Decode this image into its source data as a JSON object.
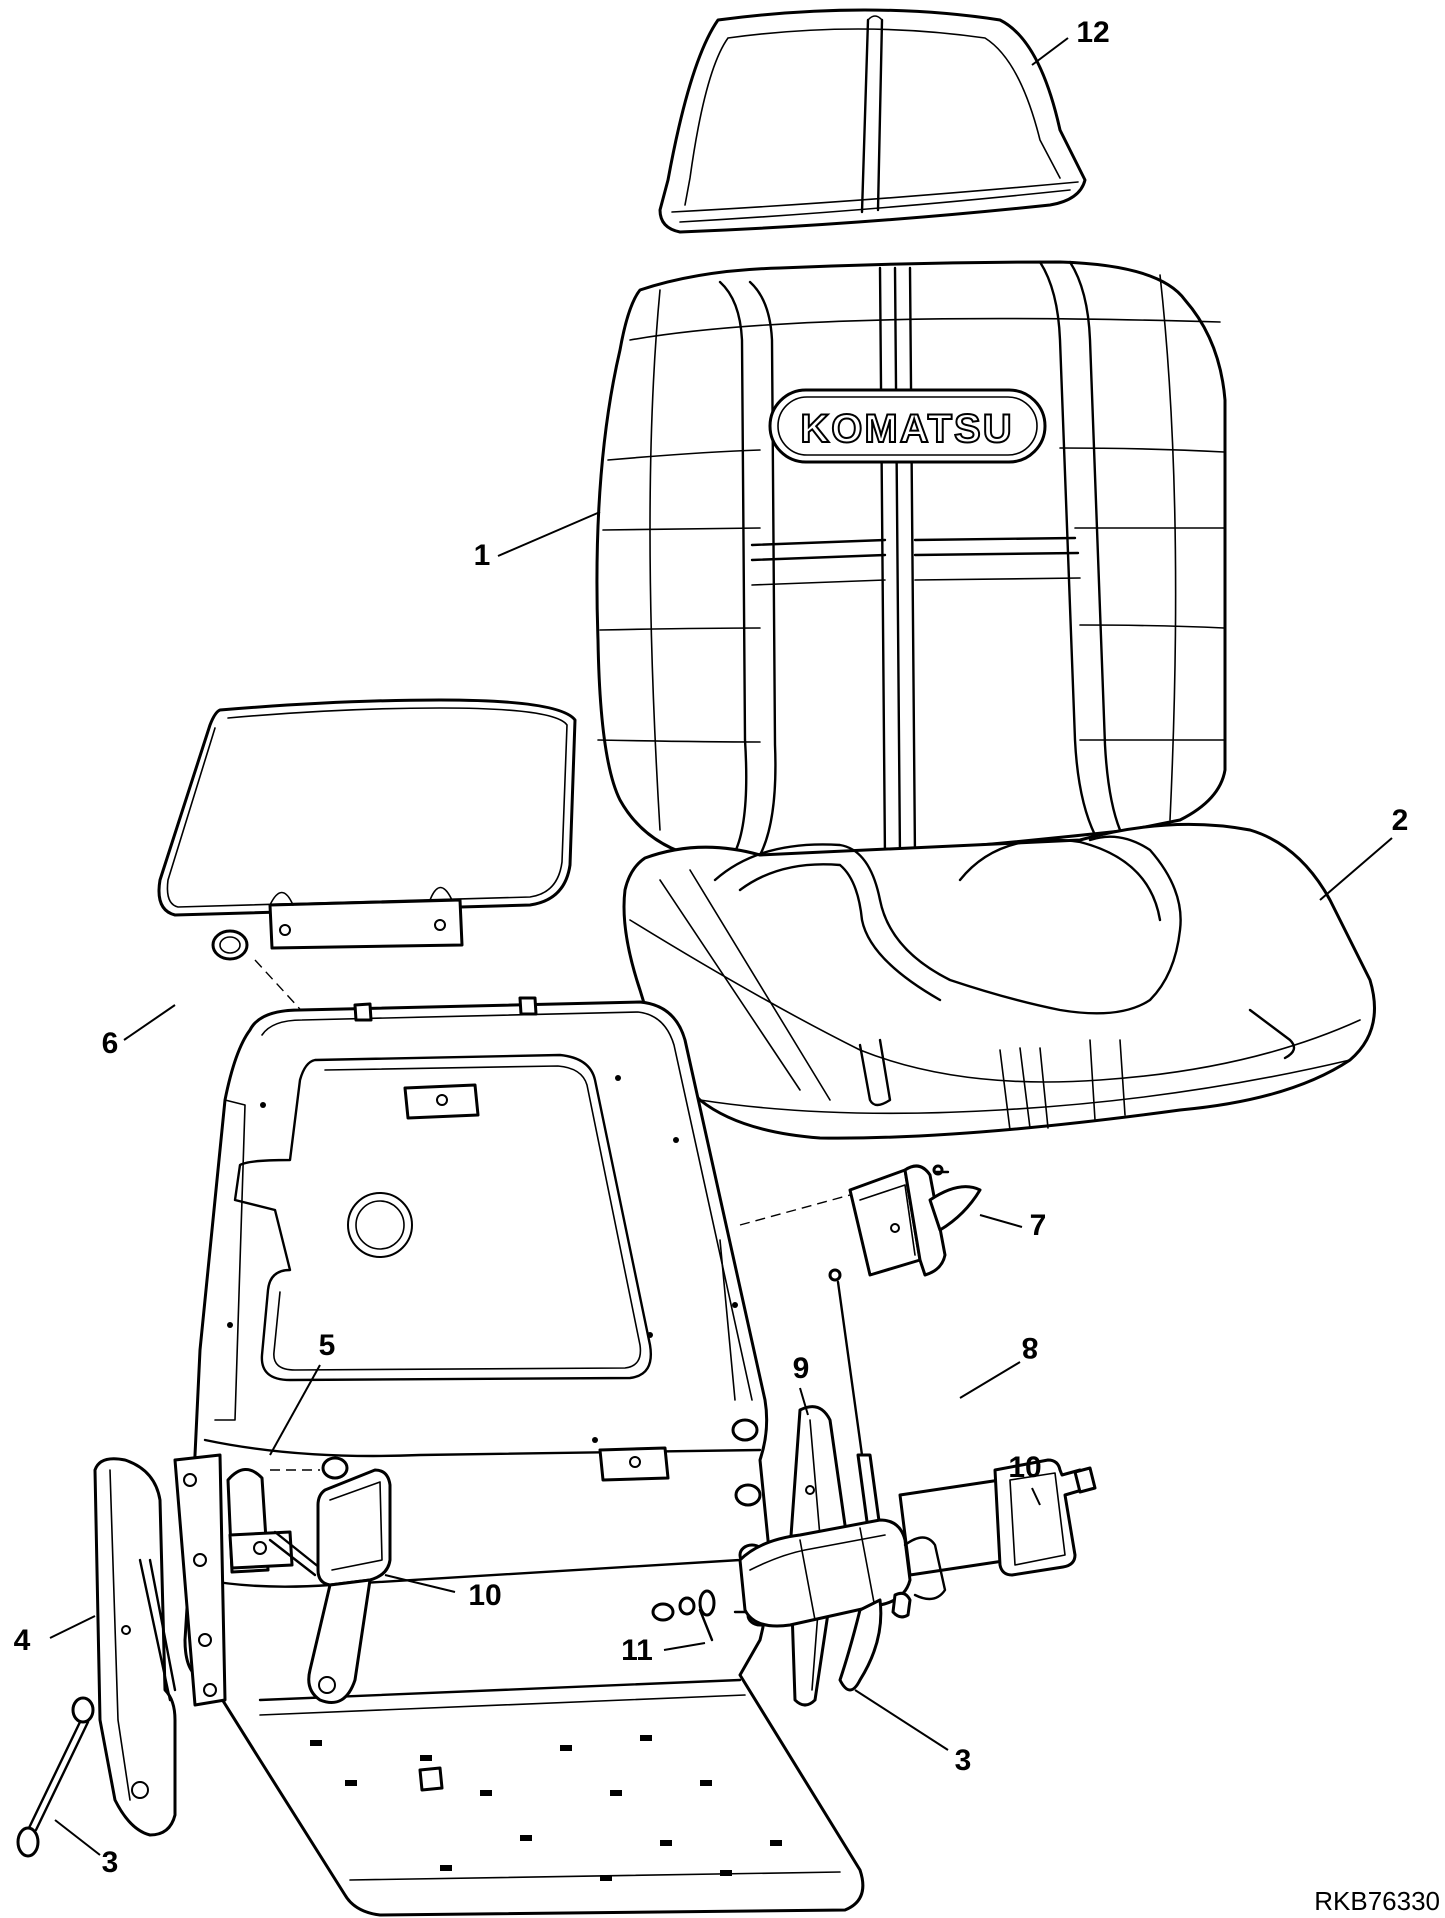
{
  "diagram": {
    "figure_id": "RKB76330",
    "brand_logo": "KOMATSU",
    "callouts": [
      {
        "id": "c1",
        "label": "1"
      },
      {
        "id": "c2",
        "label": "2"
      },
      {
        "id": "c3a",
        "label": "3"
      },
      {
        "id": "c3b",
        "label": "3"
      },
      {
        "id": "c4",
        "label": "4"
      },
      {
        "id": "c5",
        "label": "5"
      },
      {
        "id": "c6",
        "label": "6"
      },
      {
        "id": "c7",
        "label": "7"
      },
      {
        "id": "c8",
        "label": "8"
      },
      {
        "id": "c9",
        "label": "9"
      },
      {
        "id": "c10a",
        "label": "10"
      },
      {
        "id": "c10b",
        "label": "10"
      },
      {
        "id": "c11",
        "label": "11"
      },
      {
        "id": "c12",
        "label": "12"
      }
    ]
  }
}
